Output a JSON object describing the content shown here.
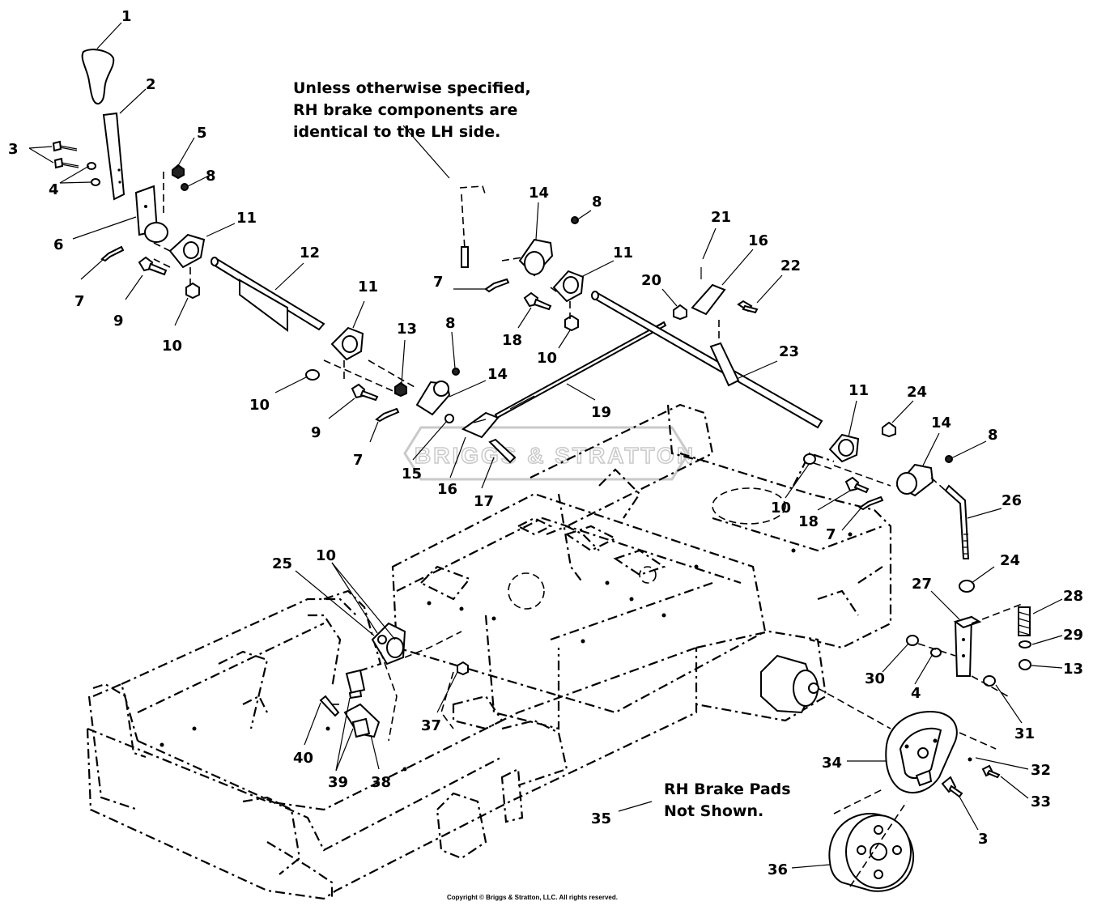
{
  "notes": {
    "general": [
      "Unless otherwise specified,",
      "RH brake components are",
      "identical to the LH side."
    ],
    "pads": [
      "RH Brake Pads",
      "Not Shown."
    ]
  },
  "copyright": "Copyright © Briggs & Stratton, LLC. All rights reserved.",
  "watermark": "BRIGGS & STRATTON",
  "callouts": [
    {
      "id": "c1",
      "label": "1"
    },
    {
      "id": "c2",
      "label": "2"
    },
    {
      "id": "c3a",
      "label": "3"
    },
    {
      "id": "c4a",
      "label": "4"
    },
    {
      "id": "c5",
      "label": "5"
    },
    {
      "id": "c6",
      "label": "6"
    },
    {
      "id": "c7a",
      "label": "7"
    },
    {
      "id": "c8a",
      "label": "8"
    },
    {
      "id": "c9a",
      "label": "9"
    },
    {
      "id": "c10a",
      "label": "10"
    },
    {
      "id": "c11a",
      "label": "11"
    },
    {
      "id": "c12",
      "label": "12"
    },
    {
      "id": "c11b",
      "label": "11"
    },
    {
      "id": "c13a",
      "label": "13"
    },
    {
      "id": "c8b",
      "label": "8"
    },
    {
      "id": "c14a",
      "label": "14"
    },
    {
      "id": "c10b",
      "label": "10"
    },
    {
      "id": "c9b",
      "label": "9"
    },
    {
      "id": "c7b",
      "label": "7"
    },
    {
      "id": "c15",
      "label": "15"
    },
    {
      "id": "c16a",
      "label": "16"
    },
    {
      "id": "c17",
      "label": "17"
    },
    {
      "id": "c19",
      "label": "19"
    },
    {
      "id": "c14b",
      "label": "14"
    },
    {
      "id": "c8c",
      "label": "8"
    },
    {
      "id": "c11c",
      "label": "11"
    },
    {
      "id": "c7c",
      "label": "7"
    },
    {
      "id": "c18a",
      "label": "18"
    },
    {
      "id": "c10c",
      "label": "10"
    },
    {
      "id": "c20",
      "label": "20"
    },
    {
      "id": "c21",
      "label": "21"
    },
    {
      "id": "c16b",
      "label": "16"
    },
    {
      "id": "c22",
      "label": "22"
    },
    {
      "id": "c23",
      "label": "23"
    },
    {
      "id": "c11d",
      "label": "11"
    },
    {
      "id": "c24a",
      "label": "24"
    },
    {
      "id": "c14c",
      "label": "14"
    },
    {
      "id": "c8d",
      "label": "8"
    },
    {
      "id": "c10d",
      "label": "10"
    },
    {
      "id": "c18b",
      "label": "18"
    },
    {
      "id": "c7d",
      "label": "7"
    },
    {
      "id": "c26",
      "label": "26"
    },
    {
      "id": "c24b",
      "label": "24"
    },
    {
      "id": "c27",
      "label": "27"
    },
    {
      "id": "c28",
      "label": "28"
    },
    {
      "id": "c29",
      "label": "29"
    },
    {
      "id": "c13b",
      "label": "13"
    },
    {
      "id": "c30",
      "label": "30"
    },
    {
      "id": "c4b",
      "label": "4"
    },
    {
      "id": "c31",
      "label": "31"
    },
    {
      "id": "c32",
      "label": "32"
    },
    {
      "id": "c33",
      "label": "33"
    },
    {
      "id": "c34",
      "label": "34"
    },
    {
      "id": "c3b",
      "label": "3"
    },
    {
      "id": "c35",
      "label": "35"
    },
    {
      "id": "c36",
      "label": "36"
    },
    {
      "id": "c25",
      "label": "25"
    },
    {
      "id": "c10e",
      "label": "10"
    },
    {
      "id": "c37",
      "label": "37"
    },
    {
      "id": "c40",
      "label": "40"
    },
    {
      "id": "c39",
      "label": "39"
    },
    {
      "id": "c38",
      "label": "38"
    }
  ]
}
